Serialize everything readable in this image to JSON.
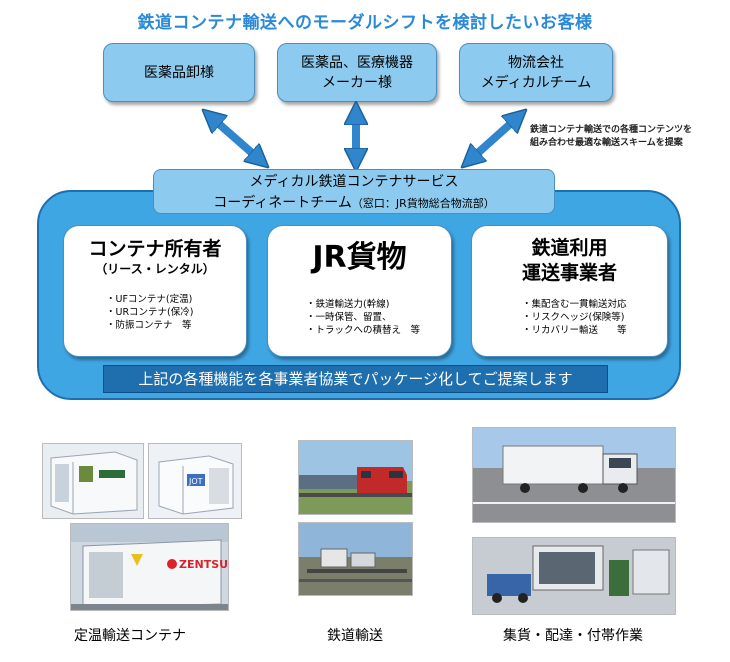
{
  "title": "鉄道コンテナ輸送へのモーダルシフトを検討したいお客様",
  "customers": [
    {
      "lines": [
        "医薬品卸様"
      ]
    },
    {
      "lines": [
        "医薬品、医療機器",
        "メーカー様"
      ]
    },
    {
      "lines": [
        "物流会社",
        "メディカルチーム"
      ]
    }
  ],
  "note_lines": [
    "鉄道コンテナ輸送での各種コンテンツを",
    "組み合わせ最適な輸送スキームを提案"
  ],
  "service": {
    "line1": "メディカル鉄道コンテナサービス",
    "line2_main": "コーディネートチーム",
    "line2_sub": "（窓口：JR貨物総合物流部）"
  },
  "cards": [
    {
      "title": "コンテナ所有者",
      "subtitle": "（リース・レンタル）",
      "items": [
        "・UFコンテナ(定温)",
        "・URコンテナ(保冷)",
        "・防振コンテナ　等"
      ]
    },
    {
      "title": "JR貨物",
      "subtitle": "",
      "items": [
        "・鉄道輸送力(幹線)",
        "・一時保管、留置、",
        "・トラックへの積替え　等"
      ]
    },
    {
      "title": "鉄道利用",
      "subtitle": "運送事業者",
      "items": [
        "・集配含む一貫輸送対応",
        "・リスクヘッジ(保険等)",
        "・リカバリー輸送　　等"
      ]
    }
  ],
  "proposal": "上記の各種機能を各事業者協業でパッケージ化してご提案します",
  "photo_text": {
    "jot": "JOT",
    "zentsu": "ZENTSU"
  },
  "captions": [
    "定温輸送コンテナ",
    "鉄道輸送",
    "集貨・配達・付帯作業"
  ],
  "colors": {
    "title": "#2a8ad8",
    "box_fill": "#8ccbef",
    "panel": "#3fa6e4",
    "bar": "#1f6fae",
    "arrow": "#2f86cc"
  }
}
